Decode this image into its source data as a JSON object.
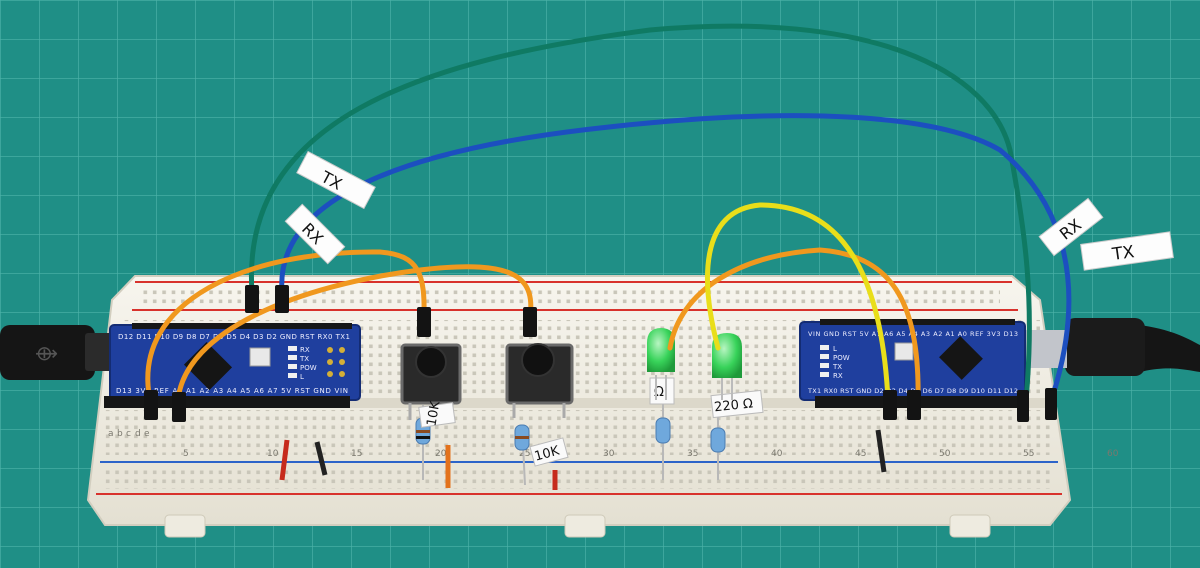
{
  "scene": {
    "colors": {
      "mat": "#1f8f86",
      "grid": "#4db3a9",
      "breadboard": "#f3f1e8",
      "board": "#1f3f9e",
      "wire_green": "#0f7a63",
      "wire_blue": "#1c4fc0",
      "wire_orange": "#f0981e",
      "wire_yellow": "#e9de1a",
      "led": "#38d35a",
      "rail_red": "#d8322c",
      "rail_blue": "#2c64c9"
    },
    "labels": {
      "tx_left": "TX",
      "rx_left": "RX",
      "rx_right": "RX",
      "tx_right": "TX",
      "res_10k_a": "10K",
      "res_10k_b": "10K",
      "res_ohm_a": "Ω",
      "res_ohm_b": "220 Ω"
    },
    "breadboard_numbers": [
      "5",
      "10",
      "15",
      "20",
      "25",
      "30",
      "35",
      "40",
      "45",
      "50",
      "55",
      "60"
    ],
    "breadboard_rows": [
      "a",
      "b",
      "c",
      "d",
      "e"
    ],
    "left_board": {
      "top_pins": "D12 D11 D10 D9 D8 D7 D6 D5 D4 D3 D2 GND RST RX0 TX1",
      "bottom_pins": "D13 3V3 REF A0 A1 A2 A3 A4 A5 A6 A7 5V RST GND VIN",
      "leds": [
        "RX",
        "TX",
        "POW",
        "L"
      ]
    },
    "right_board": {
      "top_pins": "VIN GND RST 5V A7 A6 A5 A4 A3 A2 A1 A0 REF 3V3 D13",
      "bottom_pins": "TX1 RX0 RST GND D2 D3 D4 D5 D6 D7 D8 D9 D10 D11 D12",
      "leds": [
        "L",
        "POW",
        "TX",
        "RX"
      ]
    }
  }
}
